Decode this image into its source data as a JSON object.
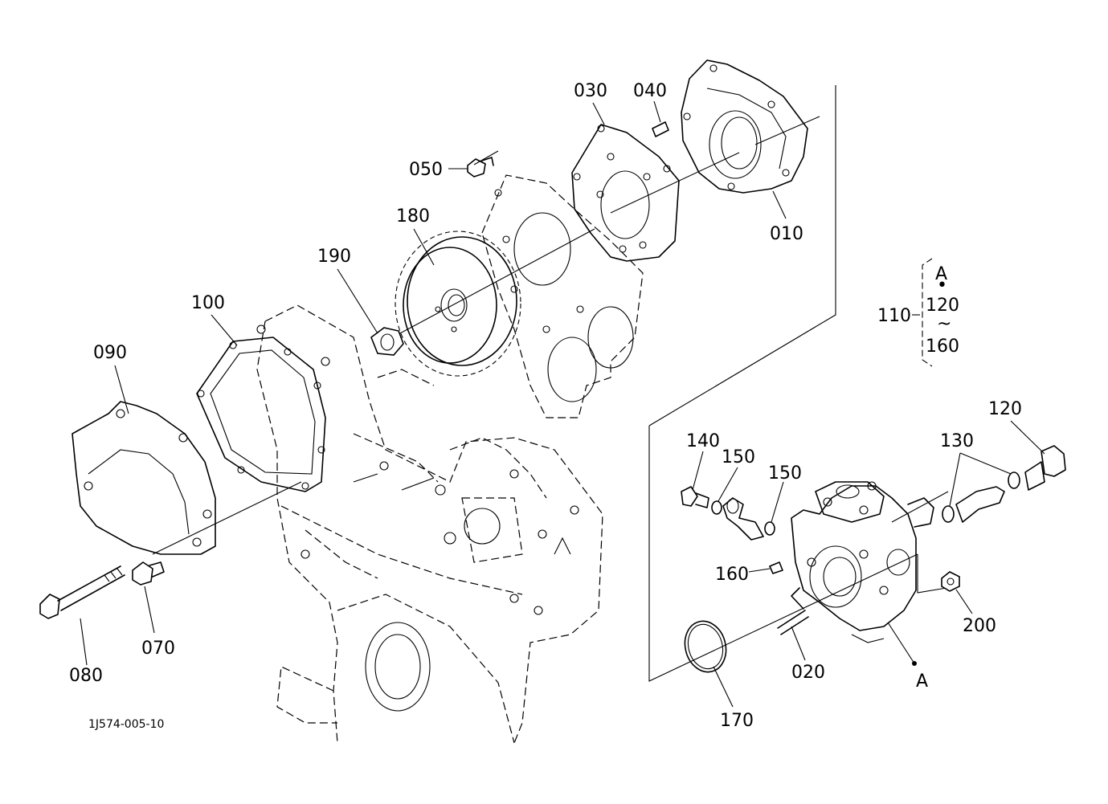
{
  "labels": {
    "p010": "010",
    "p020": "020",
    "p030": "030",
    "p040": "040",
    "p050": "050",
    "p070": "070",
    "p080": "080",
    "p090": "090",
    "p100": "100",
    "p110": "110",
    "p120": "120",
    "p130": "130",
    "p140": "140",
    "p150a": "150",
    "p150b": "150",
    "p160": "160",
    "p170": "170",
    "p180": "180",
    "p190": "190",
    "p200": "200",
    "refA": "A"
  },
  "assembly_note": {
    "ref": "A",
    "dot": "•",
    "from": "120",
    "tilde": "~",
    "to": "160"
  },
  "drawing_code": "1J574-005-10"
}
